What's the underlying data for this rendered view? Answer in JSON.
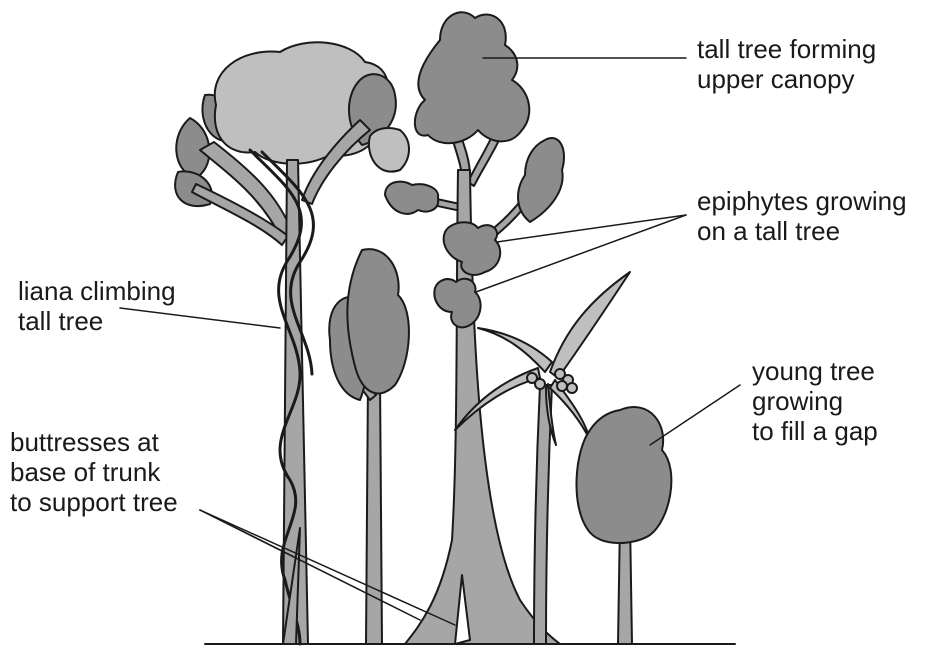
{
  "labels": {
    "upper_canopy": [
      "tall tree forming",
      "upper canopy"
    ],
    "epiphytes": [
      "epiphytes growing",
      "on a tall tree"
    ],
    "liana": [
      "liana climbing",
      "tall tree"
    ],
    "young_tree": [
      "young tree",
      "growing",
      "to fill a gap"
    ],
    "buttresses": [
      "buttresses at",
      "base of trunk",
      "to support tree"
    ]
  },
  "colors": {
    "dark_foliage": "#8c8c8c",
    "light_foliage": "#bfbfbf",
    "trunk": "#a6a6a6",
    "outline": "#1a1a1a"
  }
}
